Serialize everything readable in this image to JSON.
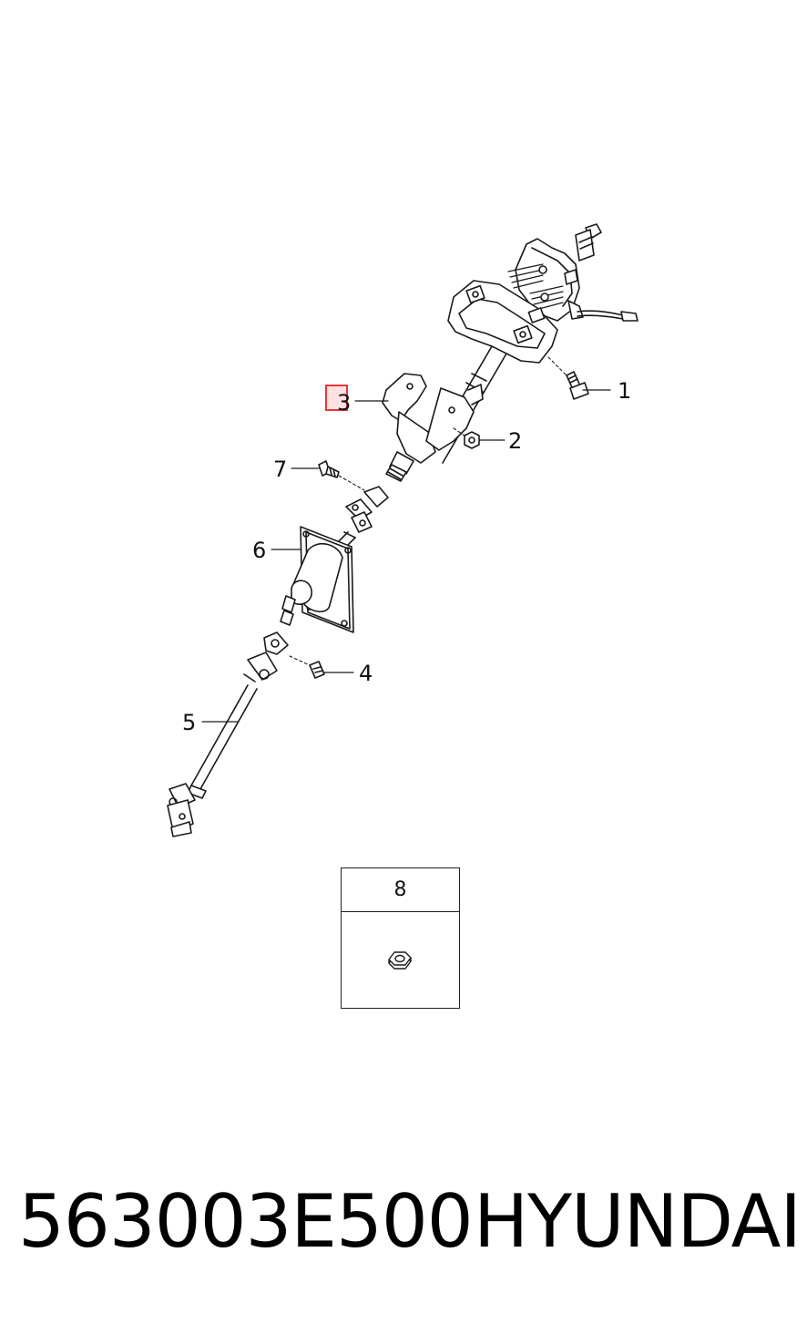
{
  "callouts": {
    "c1": "1",
    "c2": "2",
    "c3": "3",
    "c4": "4",
    "c5": "5",
    "c6": "6",
    "c7": "7"
  },
  "legend": {
    "label": "8",
    "icon": "hex-nut-icon"
  },
  "footer": {
    "part_number": "563003E500",
    "brand": "HYUNDAI"
  },
  "highlight": {
    "callout": "3",
    "color": "#e53935"
  }
}
